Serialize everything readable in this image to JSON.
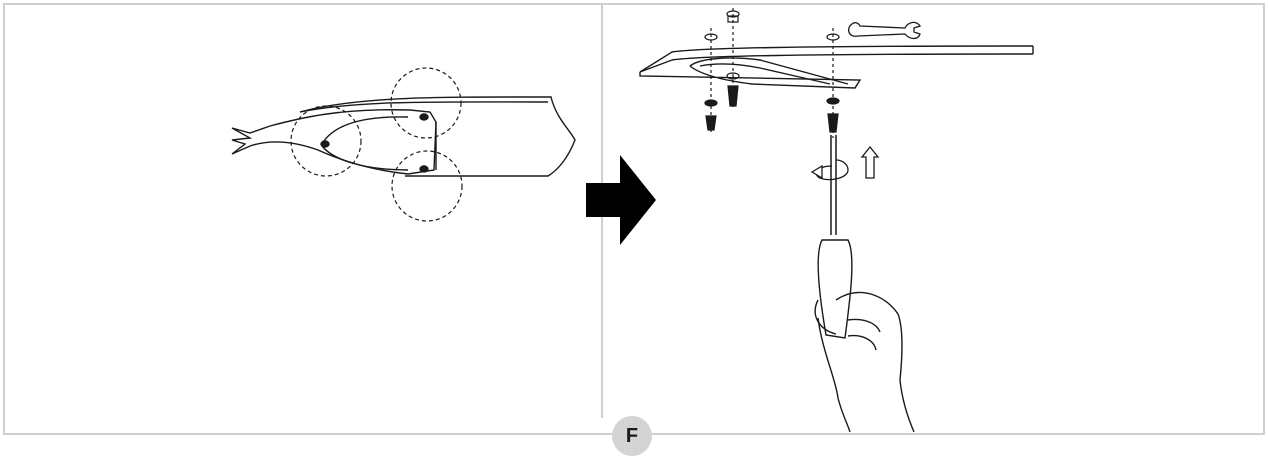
{
  "step": {
    "label": "F"
  },
  "panels": [
    {
      "name": "blade-bracket-screw-locations",
      "screw_count": 3
    },
    {
      "name": "attach-blade-bracket-with-screwdriver",
      "screw_count": 3,
      "tools": [
        "wrench-icon",
        "screwdriver-icon"
      ]
    }
  ],
  "arrow": {
    "icon": "right-arrow-icon",
    "color": "#000000"
  },
  "colors": {
    "frame": "#cfcfcf",
    "line": "#1a1a1a",
    "badge": "#d4d4d4"
  }
}
